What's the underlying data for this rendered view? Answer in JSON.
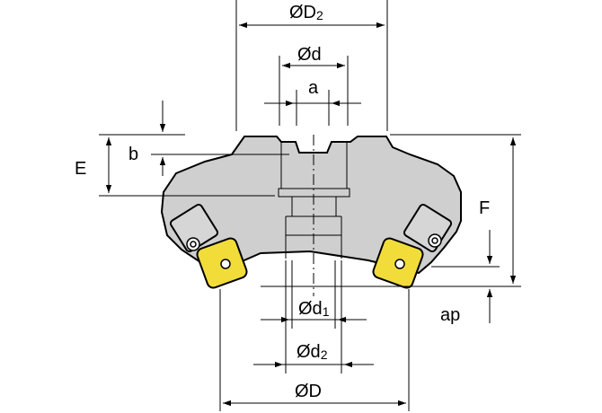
{
  "labels": {
    "D2": "ØD",
    "D2_sub": "2",
    "d": "Ød",
    "a": "a",
    "b": "b",
    "E": "E",
    "F": "F",
    "d1": "Ød",
    "d1_sub": "1",
    "d2": "Ød",
    "d2_sub": "2",
    "ap": "ap",
    "D": "ØD"
  },
  "colors": {
    "body": "#cfcfcf",
    "insert": "#f2dc3a",
    "line": "#000000",
    "background": "#ffffff"
  }
}
